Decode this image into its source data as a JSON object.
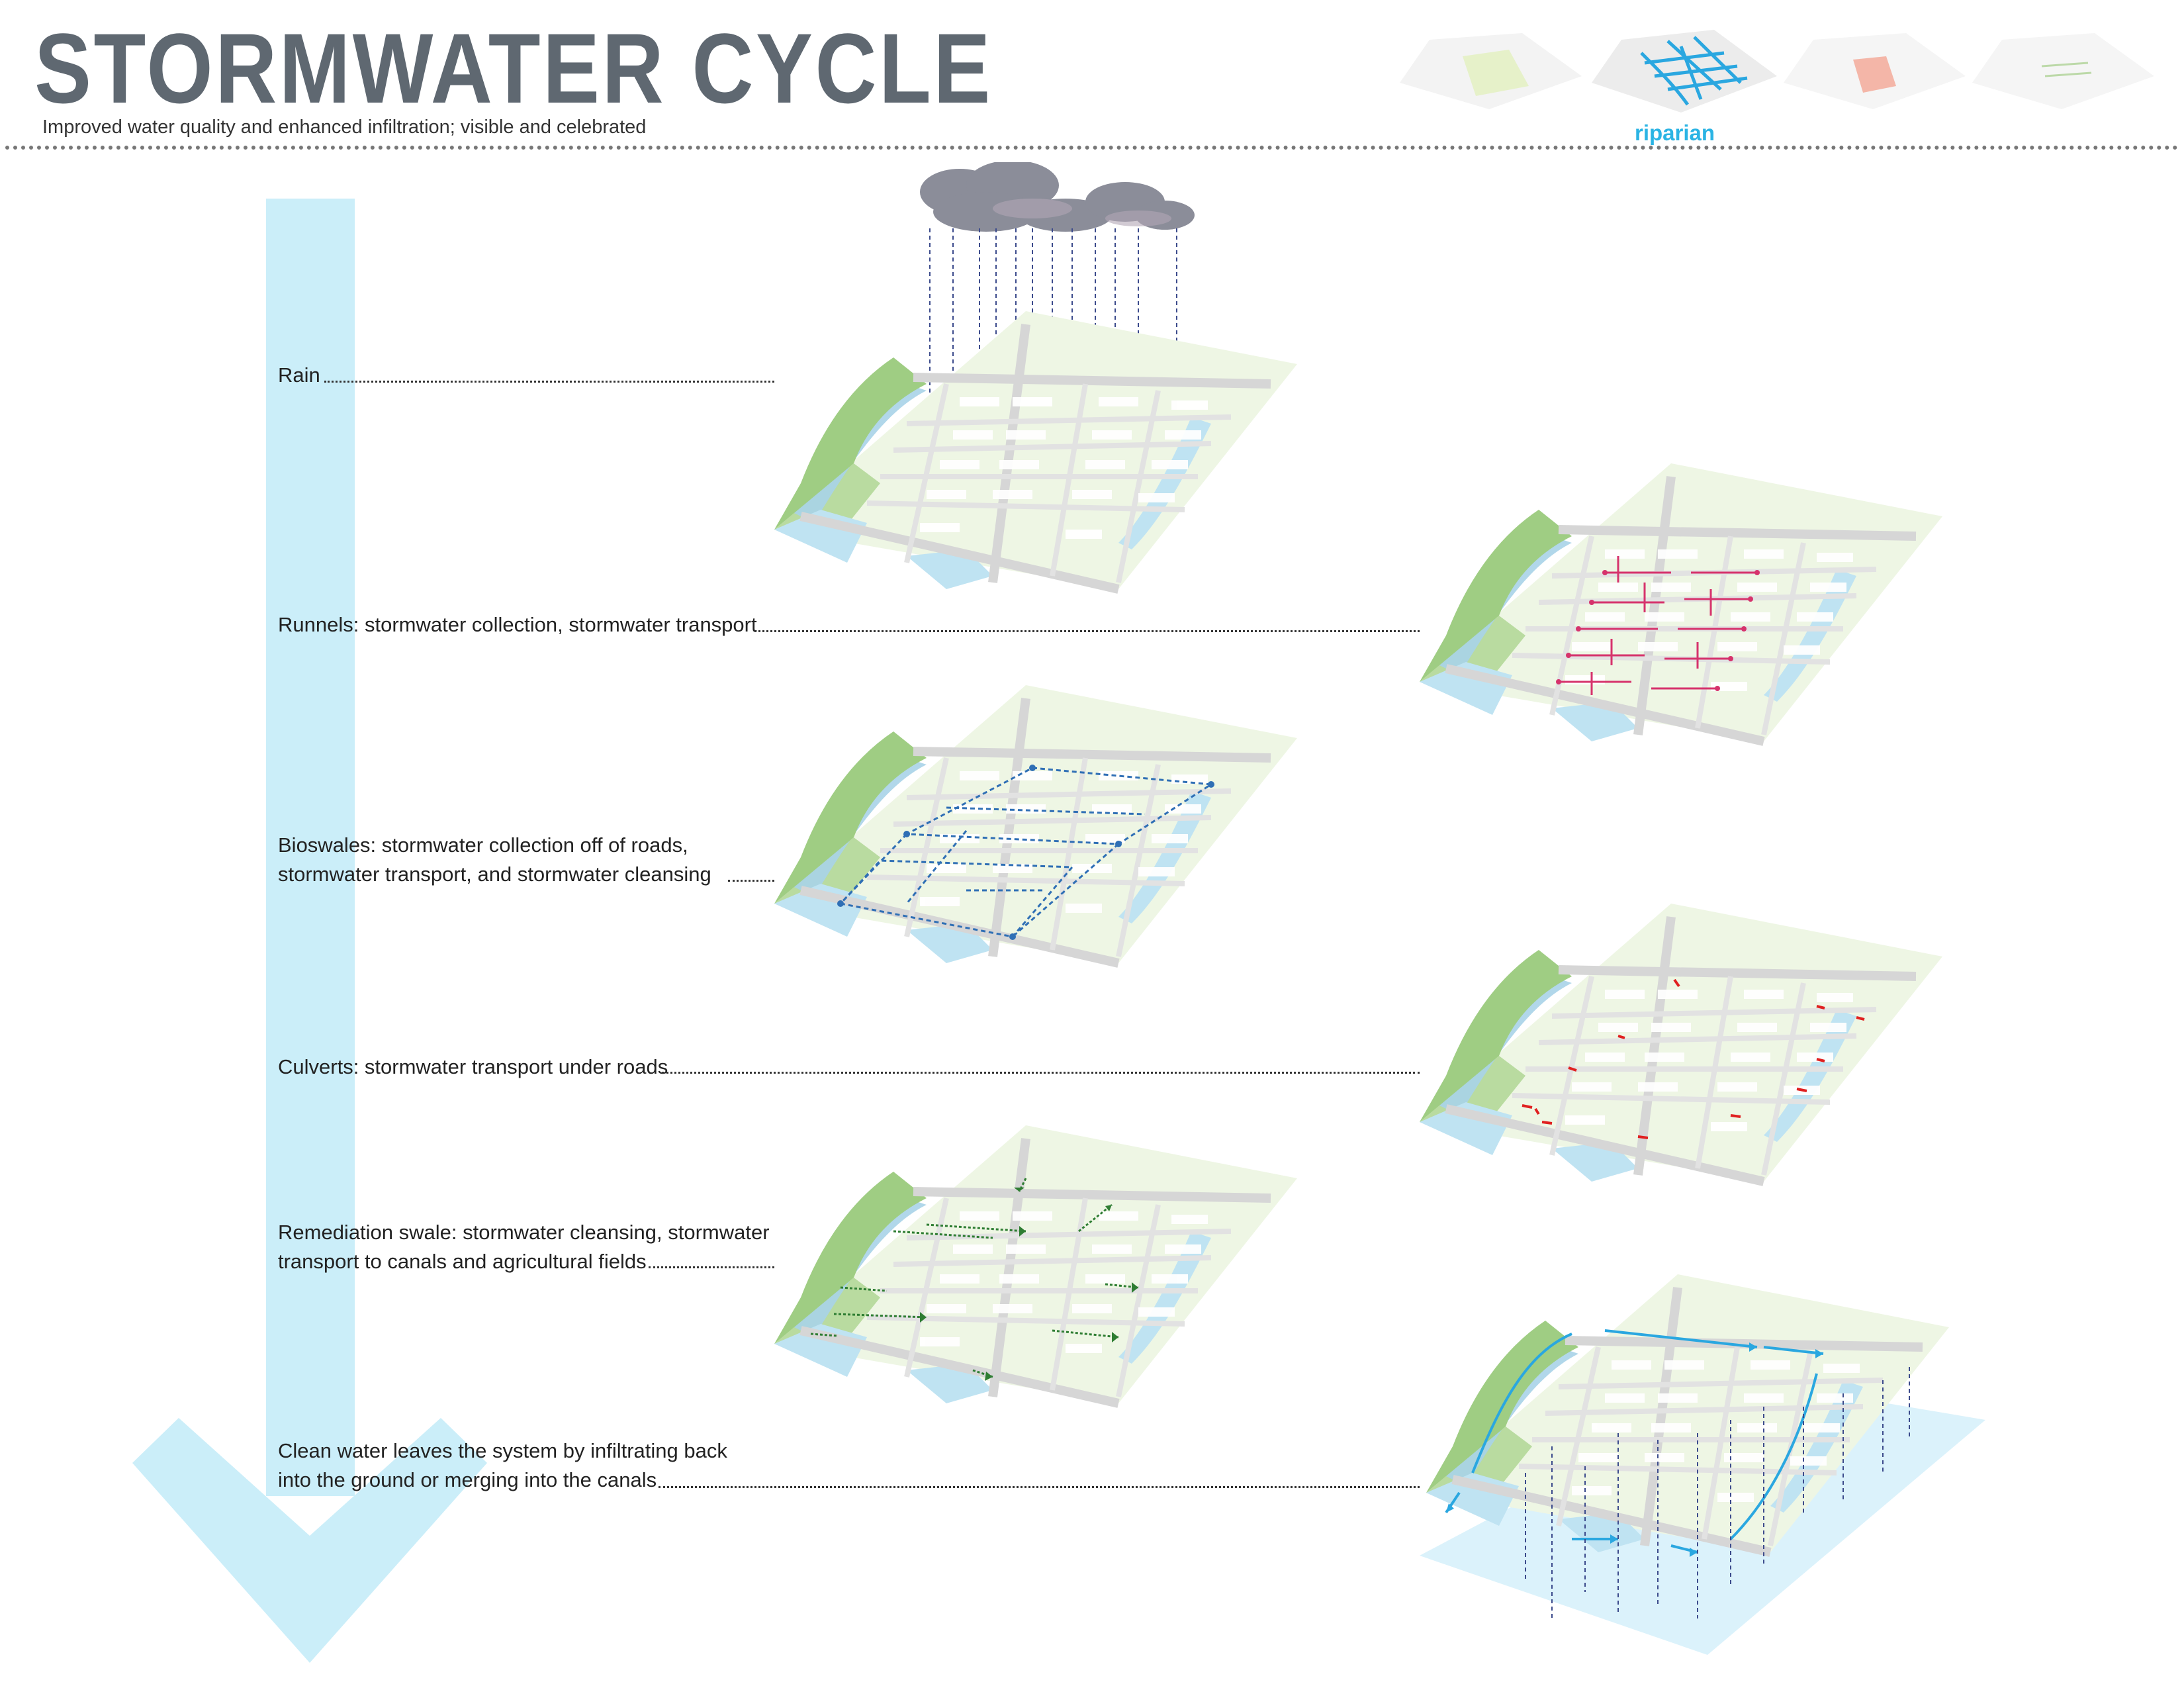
{
  "header": {
    "title": "STORMWATER CYCLE",
    "subtitle": "Improved water quality and enhanced infiltration; visible and celebrated"
  },
  "navigator": {
    "thumbnails": [
      "green-space-icon",
      "riparian-network-icon",
      "urban-blocks-icon",
      "agriculture-icon"
    ],
    "active_label": "riparian"
  },
  "steps": [
    {
      "line1": "Rain",
      "line2": ""
    },
    {
      "line1": "Runnels: stormwater collection, stormwater transport",
      "line2": ""
    },
    {
      "line1": "Bioswales: stormwater collection off of roads,",
      "line2": "stormwater transport, and stormwater cleansing"
    },
    {
      "line1": "Culverts: stormwater transport under roads",
      "line2": ""
    },
    {
      "line1": "Remediation swale: stormwater cleansing, stormwater",
      "line2": "transport to canals and agricultural fields"
    },
    {
      "line1": "Clean water leaves the system by infiltrating back",
      "line2": "into the ground or merging into the canals"
    }
  ],
  "colors": {
    "title": "#5f6871",
    "accent": "#2bb4e4",
    "flow_arrow": "#cbeef9",
    "runnels": "#d6336c",
    "bioswales": "#2f6fb5",
    "culverts": "#e02020",
    "remediation": "#2e7d32",
    "clean_water": "#2aa7e0"
  }
}
